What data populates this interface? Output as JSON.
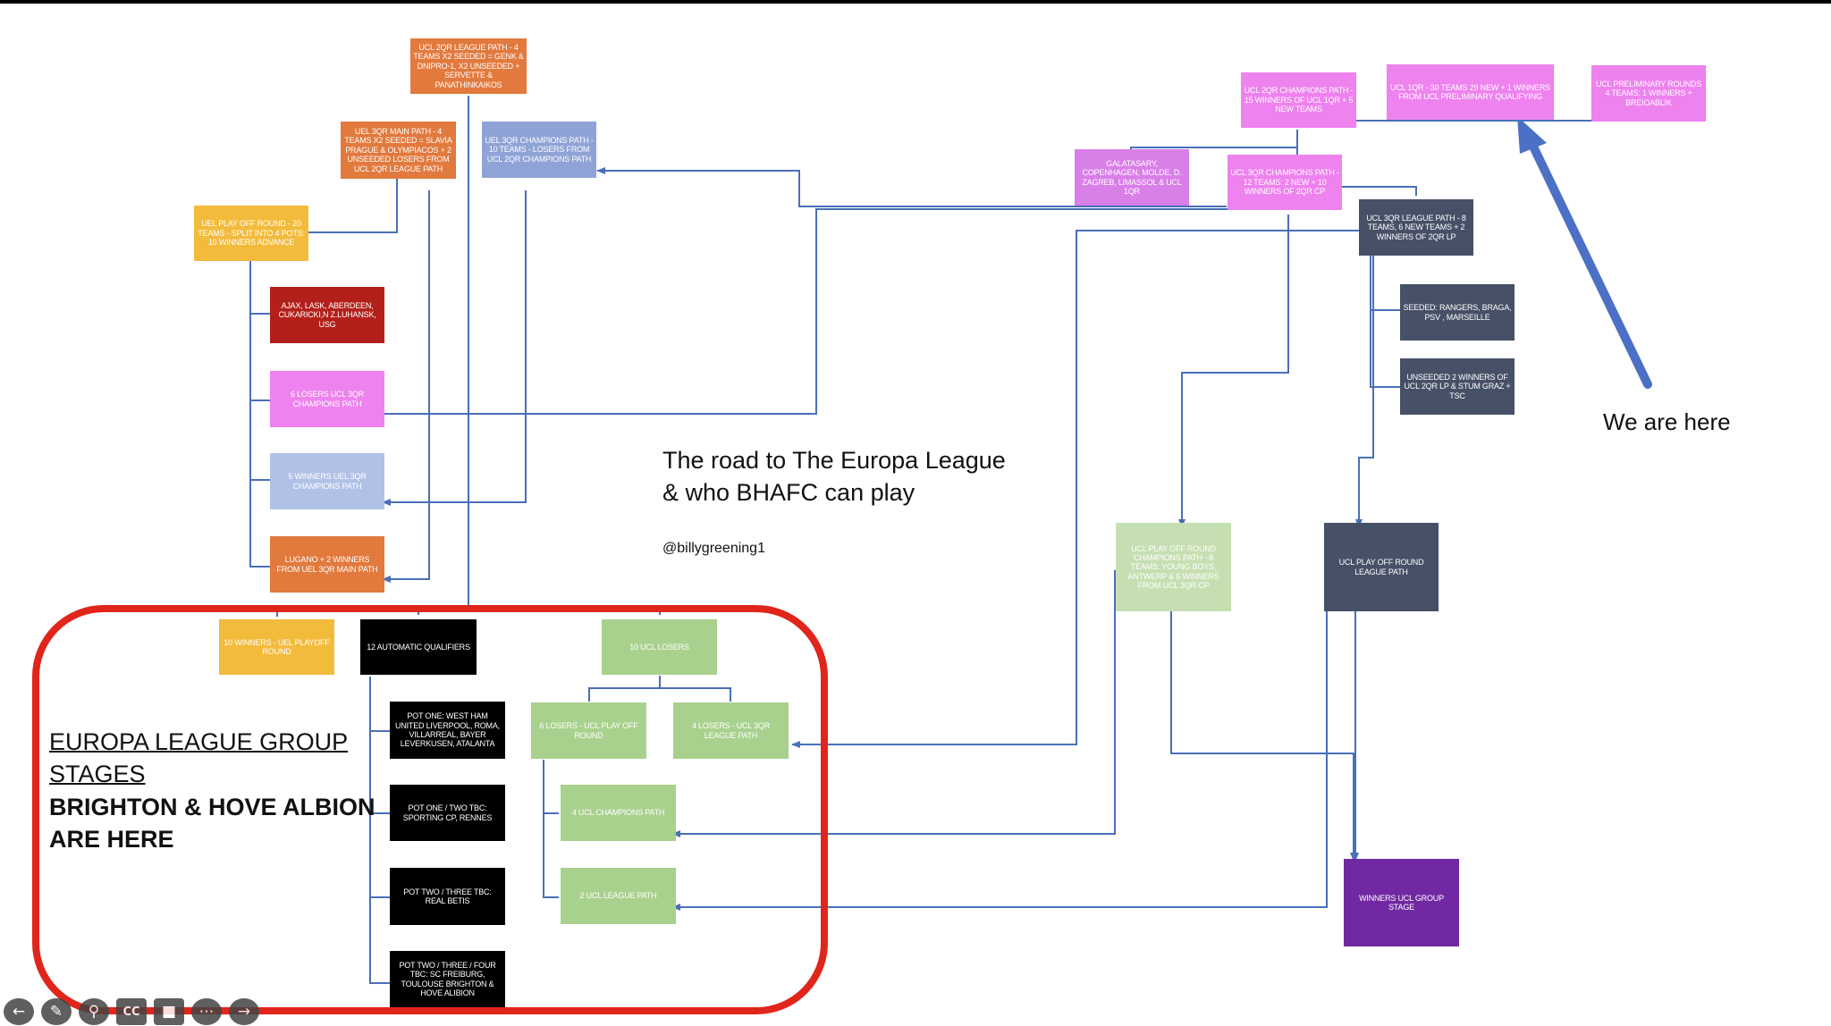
{
  "title": {
    "line1": "The road to The Europa League",
    "line2": "& who BHAFC can play",
    "handle": "@billygreening1"
  },
  "group_stage_label": {
    "line1": "EUROPA LEAGUE GROUP",
    "line2": "STAGES",
    "line3": "BRIGHTON & HOVE ALBION",
    "line4": "ARE HERE"
  },
  "we_are_here": "We are here",
  "colors": {
    "orange": "#e2793d",
    "periwinkle": "#8fa3d6",
    "yellow": "#f3bb3c",
    "red": "#b3201b",
    "pink": "#ee82ee",
    "light_blue": "#b1c1e6",
    "violet": "#d97fe8",
    "navy": "#465066",
    "green": "#a9d18e",
    "pale_green": "#c5dfb2",
    "black": "#000000",
    "purple": "#7029a3",
    "frame": "#e0251b",
    "connector": "#4a6fb8",
    "arrow": "#4b70c5"
  },
  "boxes": {
    "ucl_2qr_league_path": "UCL 2QR LEAGUE PATH - 4 TEAMS X2 SEEDED = GENK & DNIPRO-1, X2 UNSEEDED + SERVETTE & PANATHINKAIKOS",
    "uel_3qr_main_path": "UEL 3QR MAIN PATH - 4 TEAMS X2 SEEDED = SLAVIA PRAGUE & OLYMPIACOS + 2 UNSEEDED LOSERS FROM UCL 2QR LEAGUE PATH",
    "uel_3qr_champions_path": "UEL 3QR CHAMPIONS PATH - 10 TEAMS - LOSERS FROM UCL 2QR CHAMPIONS PATH",
    "uel_play_off_round": "UEL PLAY OFF ROUND - 20 TEAMS - SPLIT INTO 4 POTS: 10 WINNERS ADVANCE",
    "ajax_group": "AJAX, LASK, ABERDEEN, CUKARICKI,N Z.LUHANSK, USG",
    "six_losers_ucl_3qr_cp": "6 LOSERS UCL 3QR CHAMPIONS PATH",
    "five_winners_uel_3qr_cp": "5 WINNERS UEL 3QR CHAMPIONS PATH",
    "lugano": "LUGANO + 2 WINNERS FROM UEL 3QR MAIN PATH",
    "ucl_2qr_champions_path": "UCL 2QR CHAMPIONS PATH - 15 WINNERS OF UCL 1QR + 5 NEW TEAMS",
    "ucl_1qr": "UCL 1QR - 30 TEAMS 29 NEW + 1 WINNERS FROM UCL PRELIMINARY QUALIFYING",
    "ucl_preliminary": "UCL PRELIMINARY ROUNDS 4 TEAMS: 1 WINNERS + BREIOABLIK",
    "galatasaray": "GALATASARY, COPENHAGEN, MOLDE, D. ZAGREB, LIMASSOL & UCL 1QR",
    "ucl_3qr_champions_path": "UCL 3QR CHAMPIONS PATH - 12 TEAMS: 2 NEW + 10 WINNERS OF 2QR CP",
    "ucl_3qr_league_path": "UCL 3QR LEAGUE PATH - 8 TEAMS, 6 NEW TEAMS + 2 WINNERS OF 2QR LP",
    "seeded": "SEEDED: RANGERS, BRAGA, PSV , MARSEILLE",
    "unseeded": "UNSEEDED 2 WINNERS OF UCL 2QR LP & STUM GRAZ + TSC",
    "ucl_play_off_champions": "UCL PLAY OFF ROUND CHAMPIONS PATH - 8 TEAMS: YOUNG BOYS, ANTWERP & 6 WINNERS FROM UCL 3QR CP",
    "ucl_play_off_league": "UCL PLAY OFF ROUND LEAGUE PATH",
    "ten_winners_uel_playoff": "10 WINNERS - UEL PLAYOFF ROUND",
    "twelve_automatic": "12 AUTOMATIC QUALIFIERS",
    "ten_ucl_losers": "10 UCL LOSERS",
    "six_losers_ucl_playoff": "6 LOSERS - UCL PLAY OFF ROUND",
    "four_losers_ucl_3qr_lp": "4 LOSERS - UCL 3QR LEAGUE PATH",
    "four_ucl_champions_path": "4 UCL CHAMPIONS PATH",
    "two_ucl_league_path": "2 UCL LEAGUE PATH",
    "pot_one": "POT ONE: WEST HAM UNITED LIVERPOOL, ROMA, VILLARREAL, BAYER LEVERKUSEN, ATALANTA",
    "pot_one_two": "POT ONE / TWO TBC: SPORTING CP, RENNES",
    "pot_two_three": "POT TWO / THREE TBC: REAL BETIS",
    "pot_two_three_four": "POT TWO / THREE / FOUR TBC: SC FREIBURG, TOULOUSE BRIGHTON & HOVE ALIBION",
    "winners_ucl_group_stage": "WINNERS UCL GROUP STAGE"
  },
  "toolbar": {
    "back_icon": "arrow-left-icon",
    "pen_icon": "pen-icon",
    "zoom_icon": "magnifier-icon",
    "cc_label": "CC",
    "screen_icon": "screen-icon",
    "more_icon": "more-icon",
    "next_icon": "arrow-right-icon"
  }
}
